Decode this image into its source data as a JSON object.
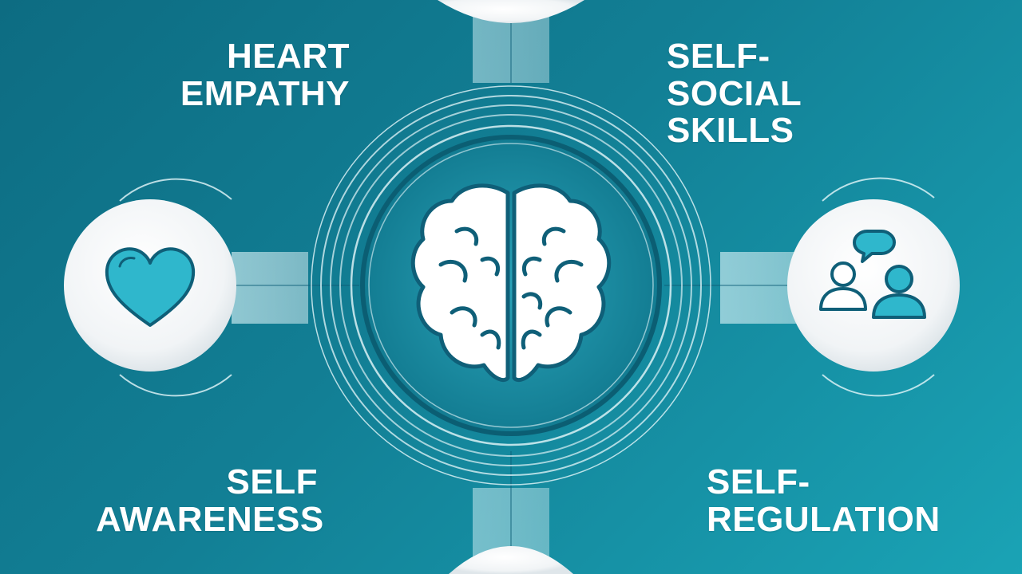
{
  "labels": {
    "top_left": {
      "line1": "HEART",
      "line2": "EMPATHY"
    },
    "top_right": {
      "line1": "SELF-",
      "line2": "SOCIAL SKILLS"
    },
    "bottom_left": {
      "line1": "SELF",
      "line2": "AWARENESS"
    },
    "bottom_right": {
      "line1": "SELF-",
      "line2": "REGULATION"
    }
  },
  "icons": {
    "center": "brain-icon",
    "left": "heart-icon",
    "right": "people-chat-icon"
  },
  "colors": {
    "background_start": "#0d6c82",
    "background_end": "#1aa3b5",
    "accent_teal": "#1da9c2",
    "icon_stroke": "#0f5f78",
    "node_fill": "#ffffff",
    "ring_stroke": "#e6f7fa"
  }
}
